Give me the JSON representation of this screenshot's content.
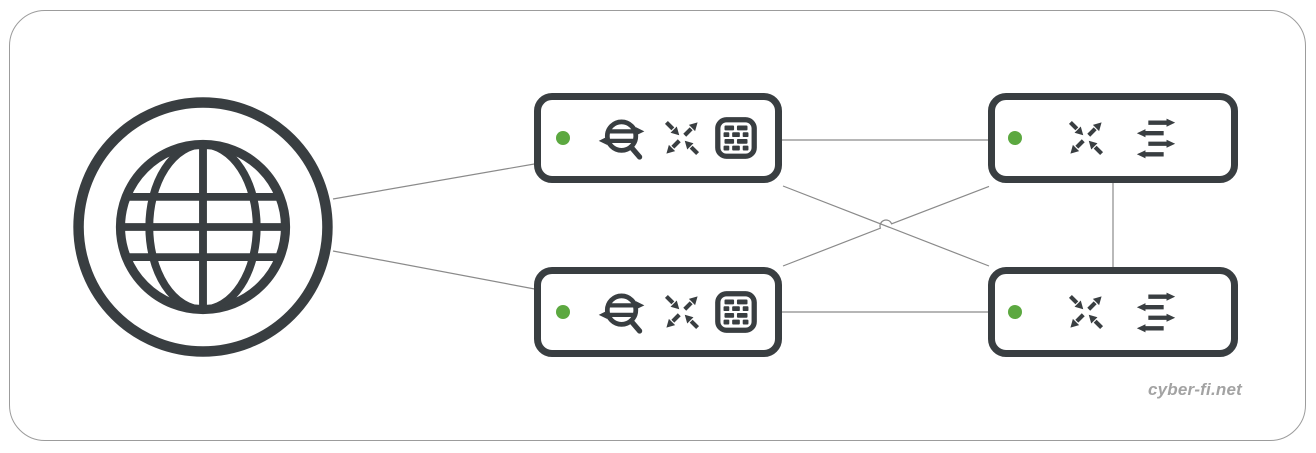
{
  "diagram": {
    "type": "network-topology",
    "watermark": "cyber-fi.net",
    "colors": {
      "node_border": "#393e41",
      "icon_ink": "#393e41",
      "status_up": "#5ca840",
      "link_line": "#8a8a8a",
      "frame_border": "#9c9c9c",
      "watermark_text": "#a3a3a3",
      "background": "#ffffff"
    },
    "nodes": [
      {
        "id": "internet",
        "kind": "internet-cloud",
        "icons": [
          "globe-icon"
        ]
      },
      {
        "id": "router-firewall-1",
        "kind": "router-firewall",
        "status": "up",
        "icons": [
          "status-dot",
          "router-icon",
          "crossed-arrows-icon",
          "firewall-icon"
        ]
      },
      {
        "id": "router-firewall-2",
        "kind": "router-firewall",
        "status": "up",
        "icons": [
          "status-dot",
          "router-icon",
          "crossed-arrows-icon",
          "firewall-icon"
        ]
      },
      {
        "id": "switch-1",
        "kind": "switch",
        "status": "up",
        "icons": [
          "status-dot",
          "crossed-arrows-icon",
          "switch-icon"
        ]
      },
      {
        "id": "switch-2",
        "kind": "switch",
        "status": "up",
        "icons": [
          "status-dot",
          "crossed-arrows-icon",
          "switch-icon"
        ]
      }
    ],
    "links": [
      {
        "from": "internet",
        "to": "router-firewall-1"
      },
      {
        "from": "internet",
        "to": "router-firewall-2"
      },
      {
        "from": "router-firewall-1",
        "to": "switch-1"
      },
      {
        "from": "router-firewall-1",
        "to": "switch-2"
      },
      {
        "from": "router-firewall-2",
        "to": "switch-1"
      },
      {
        "from": "router-firewall-2",
        "to": "switch-2"
      },
      {
        "from": "switch-1",
        "to": "switch-2"
      }
    ]
  }
}
